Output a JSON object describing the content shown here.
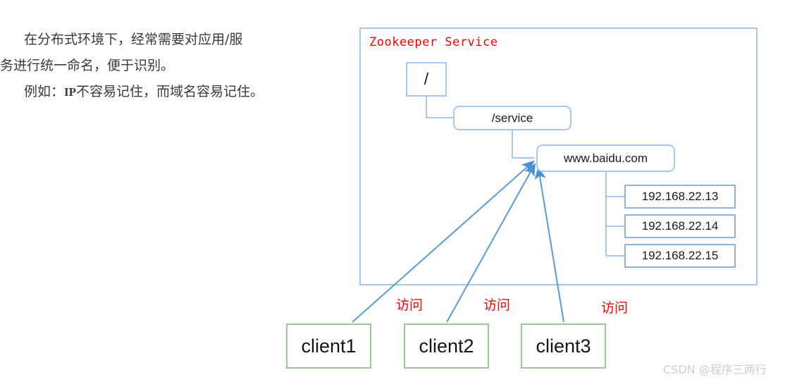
{
  "description": {
    "lines": [
      {
        "text": "在分布式环境下，经常需要对应用/服",
        "indent": true
      },
      {
        "text": "务进行统一命名，便于识别。",
        "indent": false
      },
      {
        "prefix": "例如：",
        "emphasis": "IP",
        "suffix": "不容易记住，而域名容易记住。",
        "indent": true
      }
    ]
  },
  "diagram": {
    "container_title": "Zookeeper Service",
    "title_color": "#ff0000",
    "node_border_color": "#a9c7e8",
    "client_border_color": "#9ec79a",
    "connector_color": "#5b9bd5",
    "tree": {
      "root": "/",
      "service": "/service",
      "domain": "www.baidu.com",
      "ips": [
        "192.168.22.13",
        "192.168.22.14",
        "192.168.22.15"
      ]
    },
    "clients": [
      "client1",
      "client2",
      "client3"
    ],
    "access_labels": [
      "访问",
      "访问",
      "访问"
    ]
  },
  "watermark": {
    "text": "CSDN @程序三两行"
  }
}
